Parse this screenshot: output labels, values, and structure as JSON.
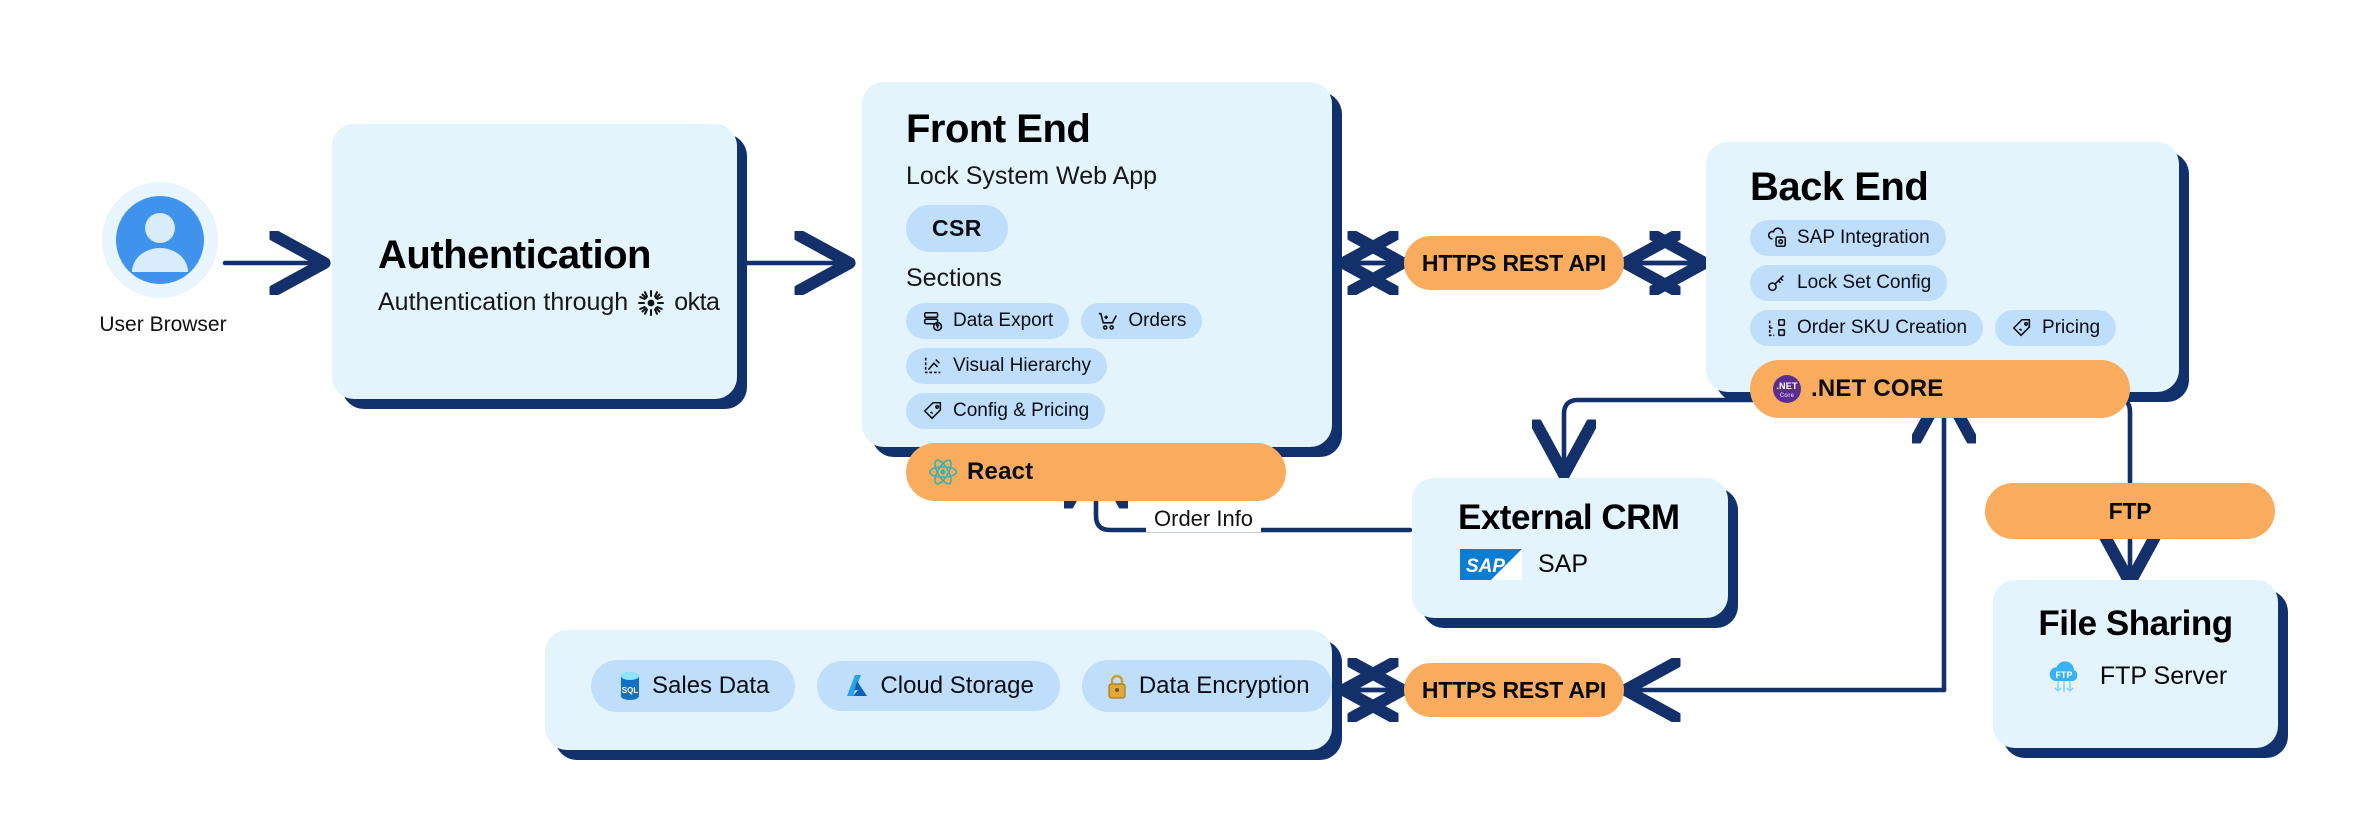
{
  "theme": {
    "card_bg": "#e4f4fd",
    "pill_bg": "#bfdefb",
    "accent_orange": "#f9ac5d",
    "navy": "#10316b",
    "arrow": "#13306b",
    "avatar_blue": "#3f93ec"
  },
  "user": {
    "label": "User Browser",
    "icon": "user-avatar-icon"
  },
  "auth": {
    "title": "Authentication",
    "subtitle_prefix": "Authentication through",
    "provider": "okta",
    "provider_icon": "okta-logo-icon"
  },
  "frontend": {
    "title": "Front End",
    "subtitle": "Lock System Web App",
    "render_mode": "CSR",
    "sections_label": "Sections",
    "sections": [
      {
        "label": "Data Export",
        "icon": "data-export-icon"
      },
      {
        "label": "Orders",
        "icon": "shopping-cart-icon"
      },
      {
        "label": "Visual Hierarchy",
        "icon": "visual-hierarchy-icon"
      },
      {
        "label": "Config & Pricing",
        "icon": "price-tag-icon"
      }
    ],
    "tech": {
      "label": "React",
      "icon": "react-logo-icon"
    }
  },
  "backend": {
    "title": "Back End",
    "capabilities": [
      {
        "label": "SAP Integration",
        "icon": "cloud-settings-icon"
      },
      {
        "label": "Lock Set Config",
        "icon": "key-icon"
      },
      {
        "label": "Order SKU Creation",
        "icon": "sku-nodes-icon"
      },
      {
        "label": "Pricing",
        "icon": "price-tag-icon"
      }
    ],
    "tech": {
      "label": ".NET CORE",
      "icon": "dotnet-core-logo-icon"
    }
  },
  "crm": {
    "title": "External CRM",
    "vendor": "SAP",
    "vendor_icon": "sap-logo-icon"
  },
  "file_sharing": {
    "title": "File Sharing",
    "server": "FTP Server",
    "server_icon": "ftp-cloud-icon"
  },
  "data_platform": {
    "items": [
      {
        "label": "Sales Data",
        "icon": "sql-database-icon"
      },
      {
        "label": "Cloud Storage",
        "icon": "azure-logo-icon"
      },
      {
        "label": "Data Encryption",
        "icon": "padlock-icon"
      }
    ]
  },
  "connectors": {
    "api_top": "HTTPS REST API",
    "api_bottom": "HTTPS REST API",
    "ftp": "FTP",
    "order_info": "Order Info"
  }
}
